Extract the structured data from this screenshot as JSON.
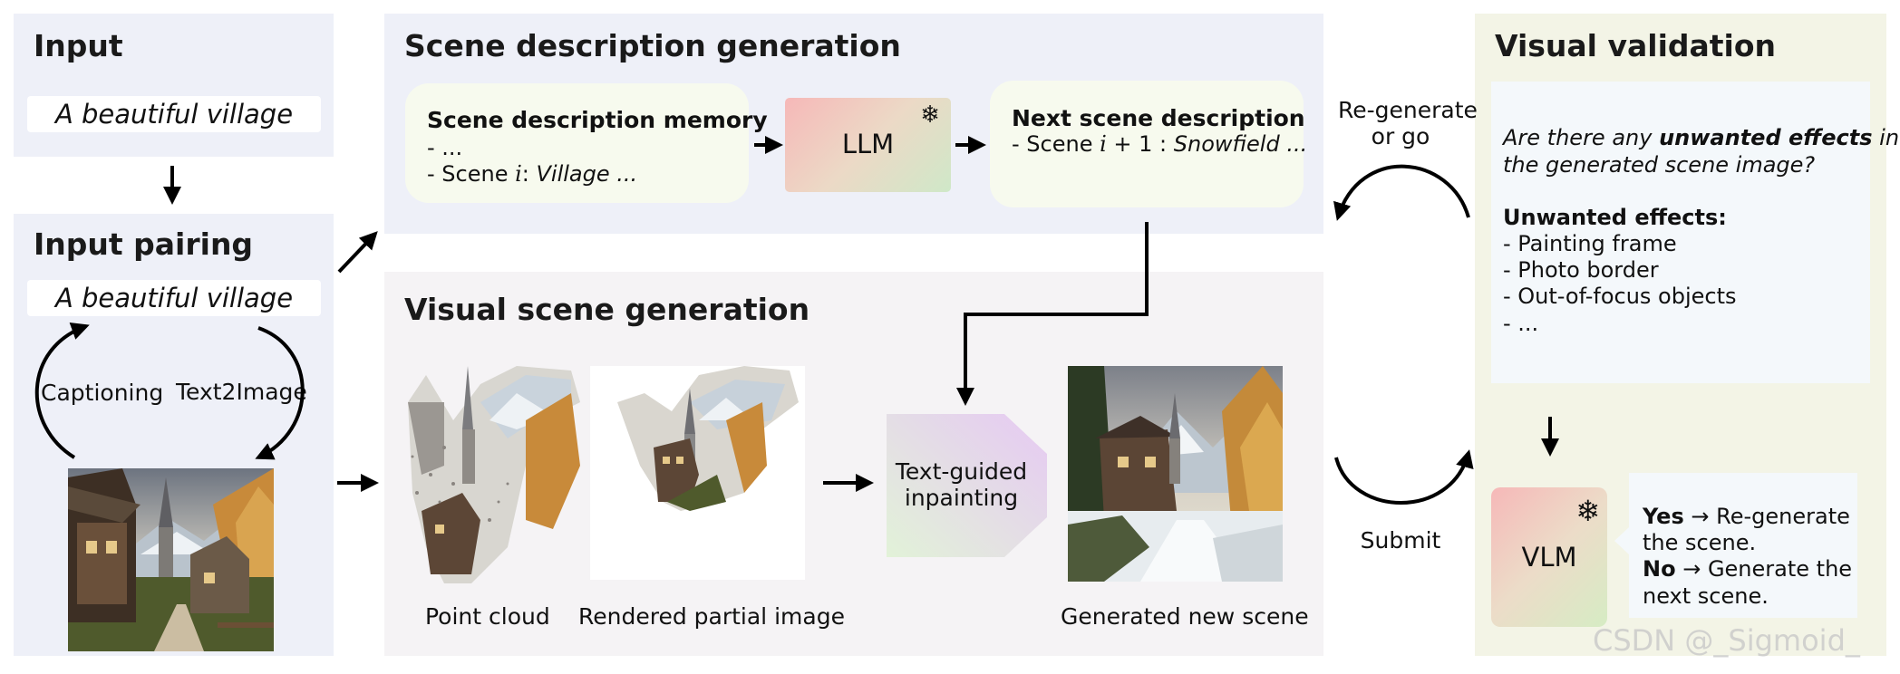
{
  "panels": {
    "input": {
      "title": "Input",
      "prompt": "A beautiful village"
    },
    "pairing": {
      "title": "Input pairing",
      "prompt": "A beautiful village",
      "left_loop_label": "Captioning",
      "right_loop_label": "Text2Image"
    },
    "scene_desc": {
      "title": "Scene description generation",
      "memory": {
        "heading": "Scene description memory",
        "line1": "- ...",
        "line2_prefix": "- Scene ",
        "line2_var": "i",
        "line2_sep": ": ",
        "line2_value": "Village ..."
      },
      "llm_label": "LLM",
      "next": {
        "heading": "Next scene description",
        "line_prefix": "- Scene ",
        "line_var": "i",
        "line_op": " + 1 : ",
        "line_value": "Snowfield ..."
      }
    },
    "visual_gen": {
      "title": "Visual scene generation",
      "point_cloud_caption": "Point cloud",
      "partial_caption": "Rendered partial image",
      "inpainting_label_1": "Text-guided",
      "inpainting_label_2": "inpainting",
      "generated_caption": "Generated new scene"
    },
    "validation": {
      "title": "Visual validation",
      "question_1_pre": "Are there any ",
      "question_1_bold": "unwanted effects",
      "question_1_post": " in",
      "question_2": "the generated scene image?",
      "effects_heading": "Unwanted effects:",
      "effects": [
        "- Painting frame",
        "- Photo border",
        "- Out-of-focus objects",
        "- ..."
      ],
      "vlm_label": "VLM",
      "yes_word": "Yes",
      "yes_rest_1": " → Re-generate",
      "yes_rest_2": "the scene.",
      "no_word": "No",
      "no_rest_1": " → Generate the",
      "no_rest_2": "next scene."
    }
  },
  "loop_labels": {
    "regenerate_1": "Re-generate",
    "regenerate_2": "or go",
    "submit": "Submit"
  },
  "frozen_icon": "snowflake-icon",
  "watermark": "CSDN @_Sigmoid_",
  "colors": {
    "panel_blue": "#eef0f8",
    "panel_gray": "#f5f3f5",
    "panel_green": "#f3f4e6",
    "box_cream": "#f7faee",
    "llm_gradient": [
      "#f6b8b8",
      "#cfe8c8"
    ],
    "vlm_gradient": [
      "#f6b8b8",
      "#d6ecc4"
    ],
    "inpaint_gradient": [
      "#e2f2d8",
      "#e6c9f3"
    ]
  }
}
